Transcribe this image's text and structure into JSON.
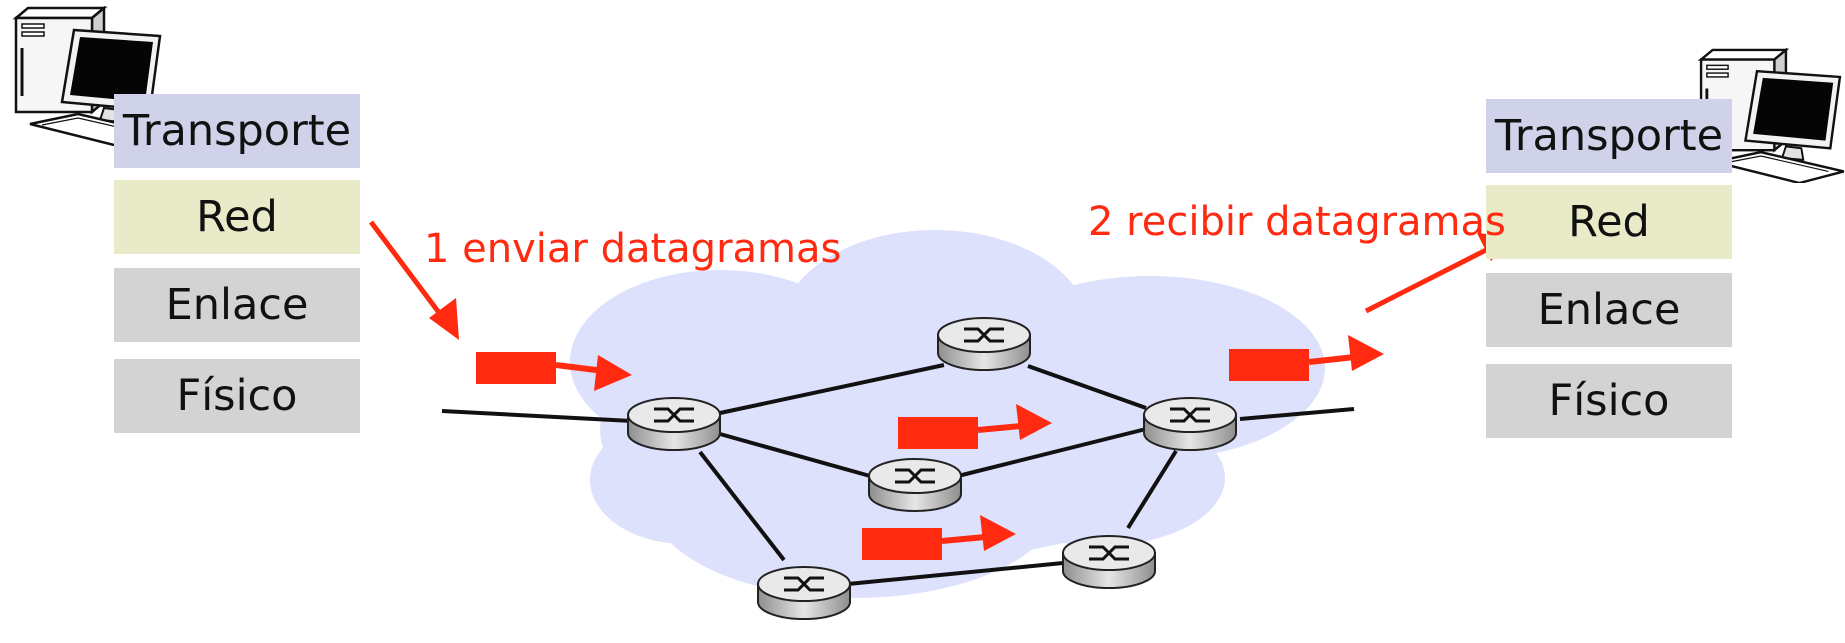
{
  "left_host": {
    "layers": [
      {
        "label": "Transporte",
        "color": "#cfd2e8"
      },
      {
        "label": "Red",
        "color": "#e8eac8"
      },
      {
        "label": "Enlace",
        "color": "#d3d3d3"
      },
      {
        "label": "Físico",
        "color": "#d3d3d3"
      }
    ]
  },
  "right_host": {
    "layers": [
      {
        "label": "Transporte",
        "color": "#cfd2e8"
      },
      {
        "label": "Red",
        "color": "#e8eac8"
      },
      {
        "label": "Enlace",
        "color": "#d3d3d3"
      },
      {
        "label": "Físico",
        "color": "#d3d3d3"
      }
    ]
  },
  "steps": {
    "send": "1 enviar datagramas",
    "receive": "2 recibir datagramas"
  },
  "colors": {
    "accent": "#ff2a10",
    "cloud": "#dde1fb",
    "router_top": "#e9e9e9",
    "router_side": "#a9a9a9"
  },
  "icons": {
    "host": "desktop-computer-icon",
    "router": "router-icon",
    "datagram": "datagram-packet"
  }
}
